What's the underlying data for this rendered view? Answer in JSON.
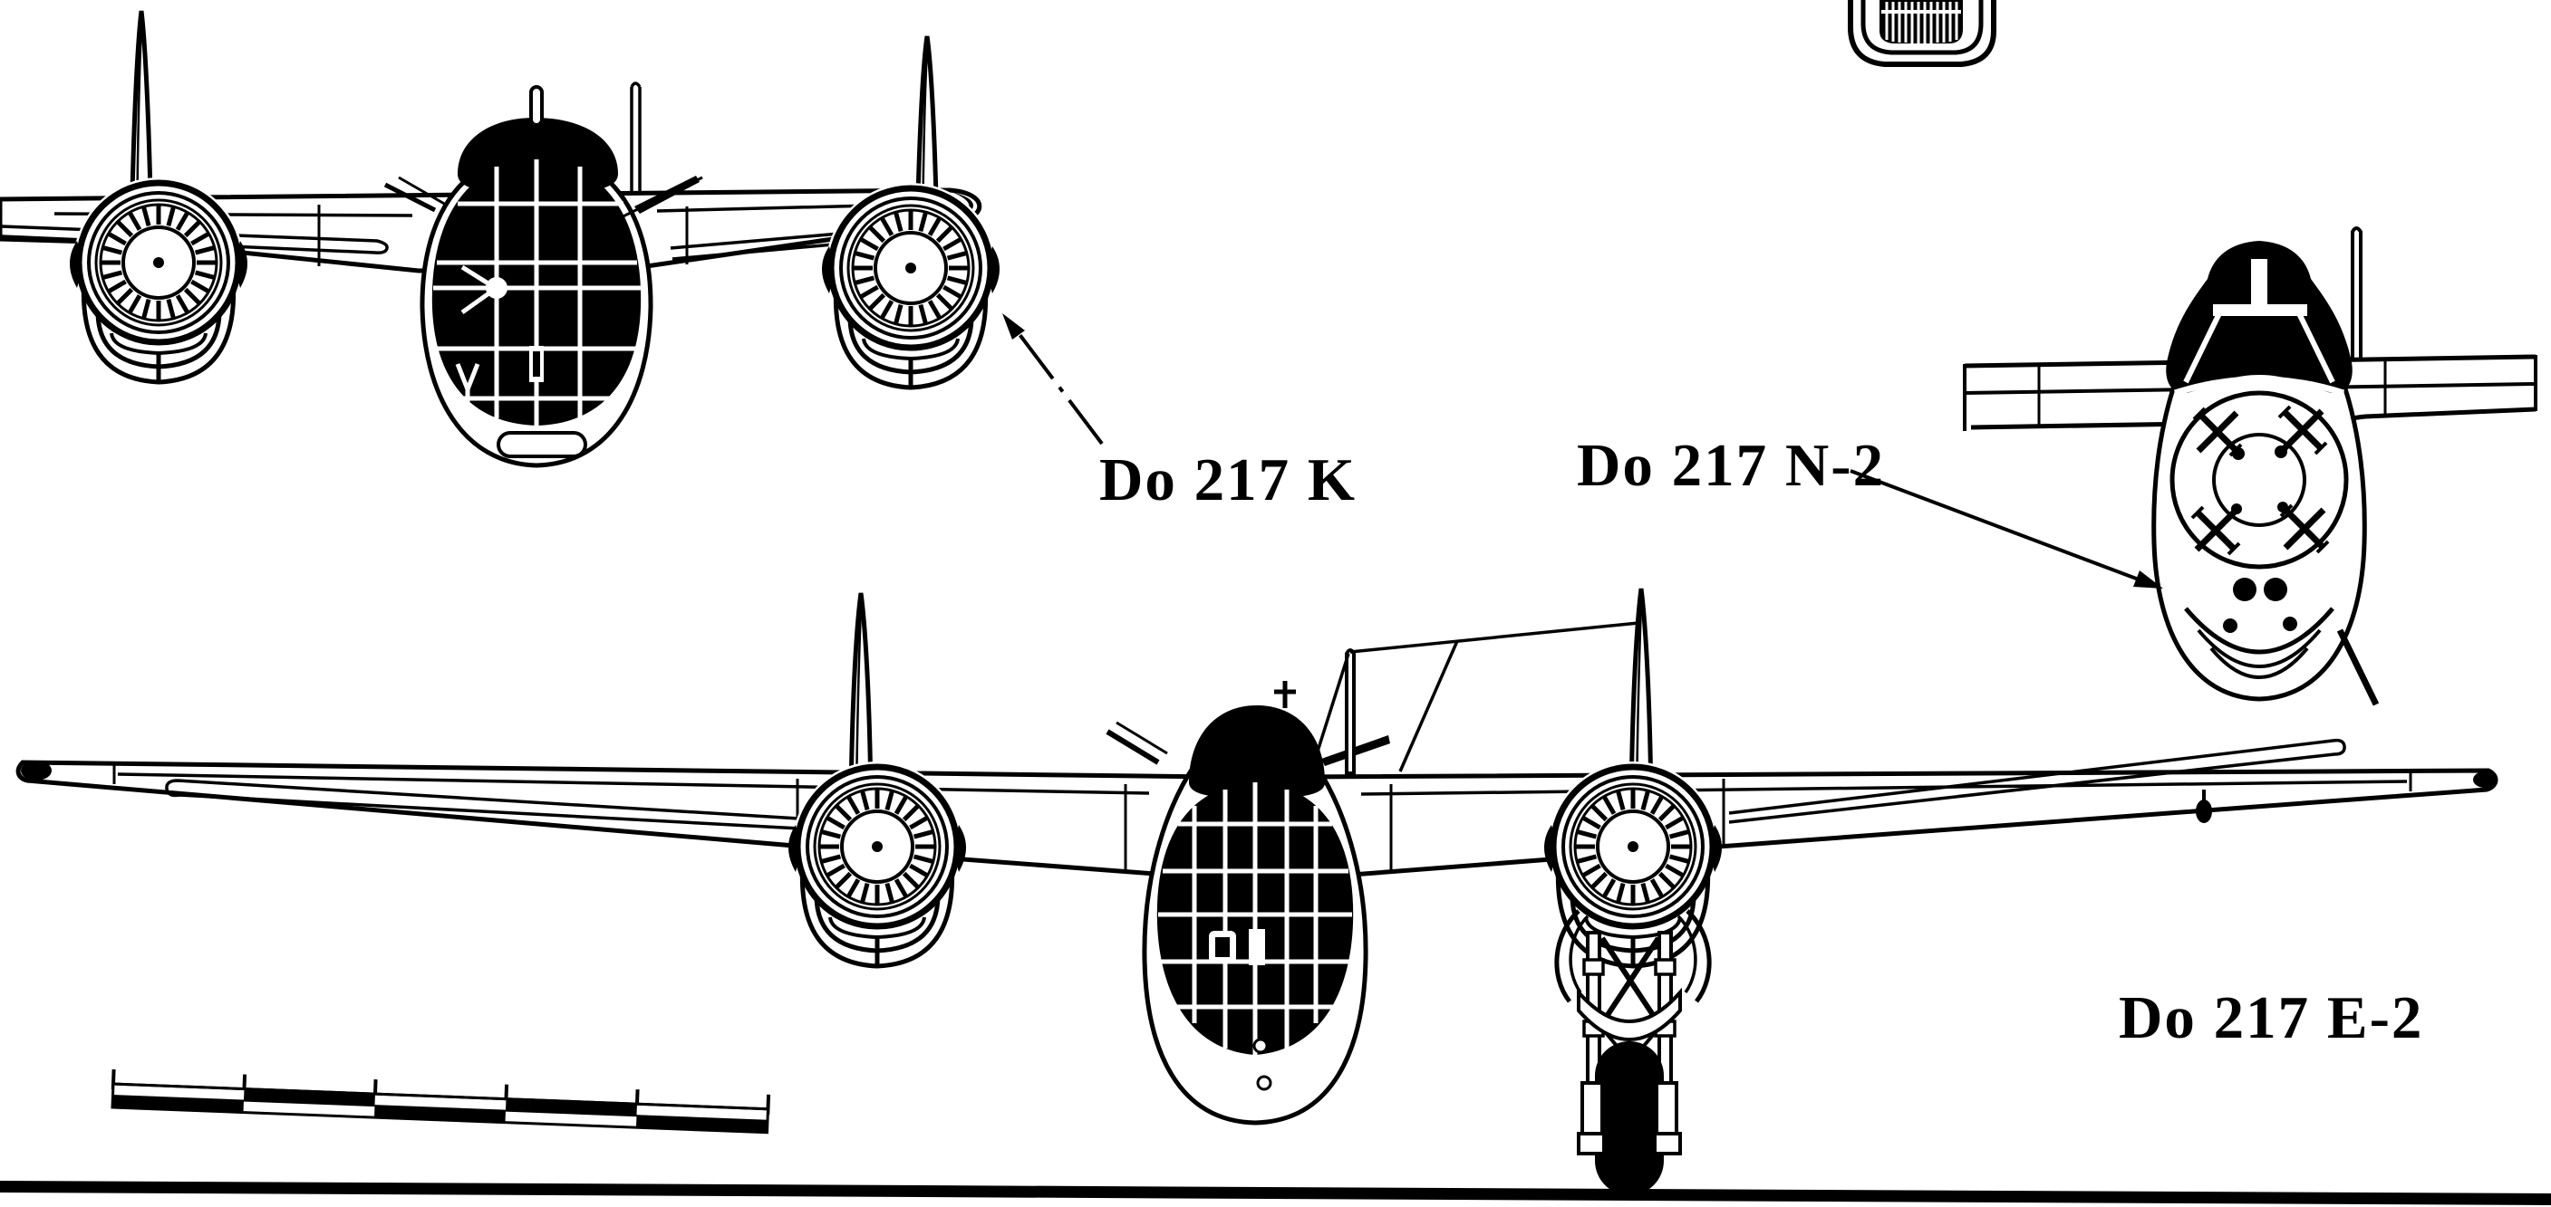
{
  "page": {
    "kind": "aircraft three-view line drawing (scanned book plate)",
    "paper_color": "#ffffff",
    "ink_color": "#000000"
  },
  "labels": {
    "k": "Do 217 K",
    "n2": "Do 217 N-2",
    "e2": "Do 217 E-2"
  },
  "views": [
    {
      "variant": "Do 217 K",
      "projection": "front view, upper left"
    },
    {
      "variant": "Do 217 N-2",
      "projection": "front view of nose section, right"
    },
    {
      "variant": "Do 217 E-2",
      "projection": "front view with landing gear, bottom"
    }
  ],
  "scale_bar": {
    "segments": 5,
    "rows": 2,
    "style": "alternating black and white"
  }
}
